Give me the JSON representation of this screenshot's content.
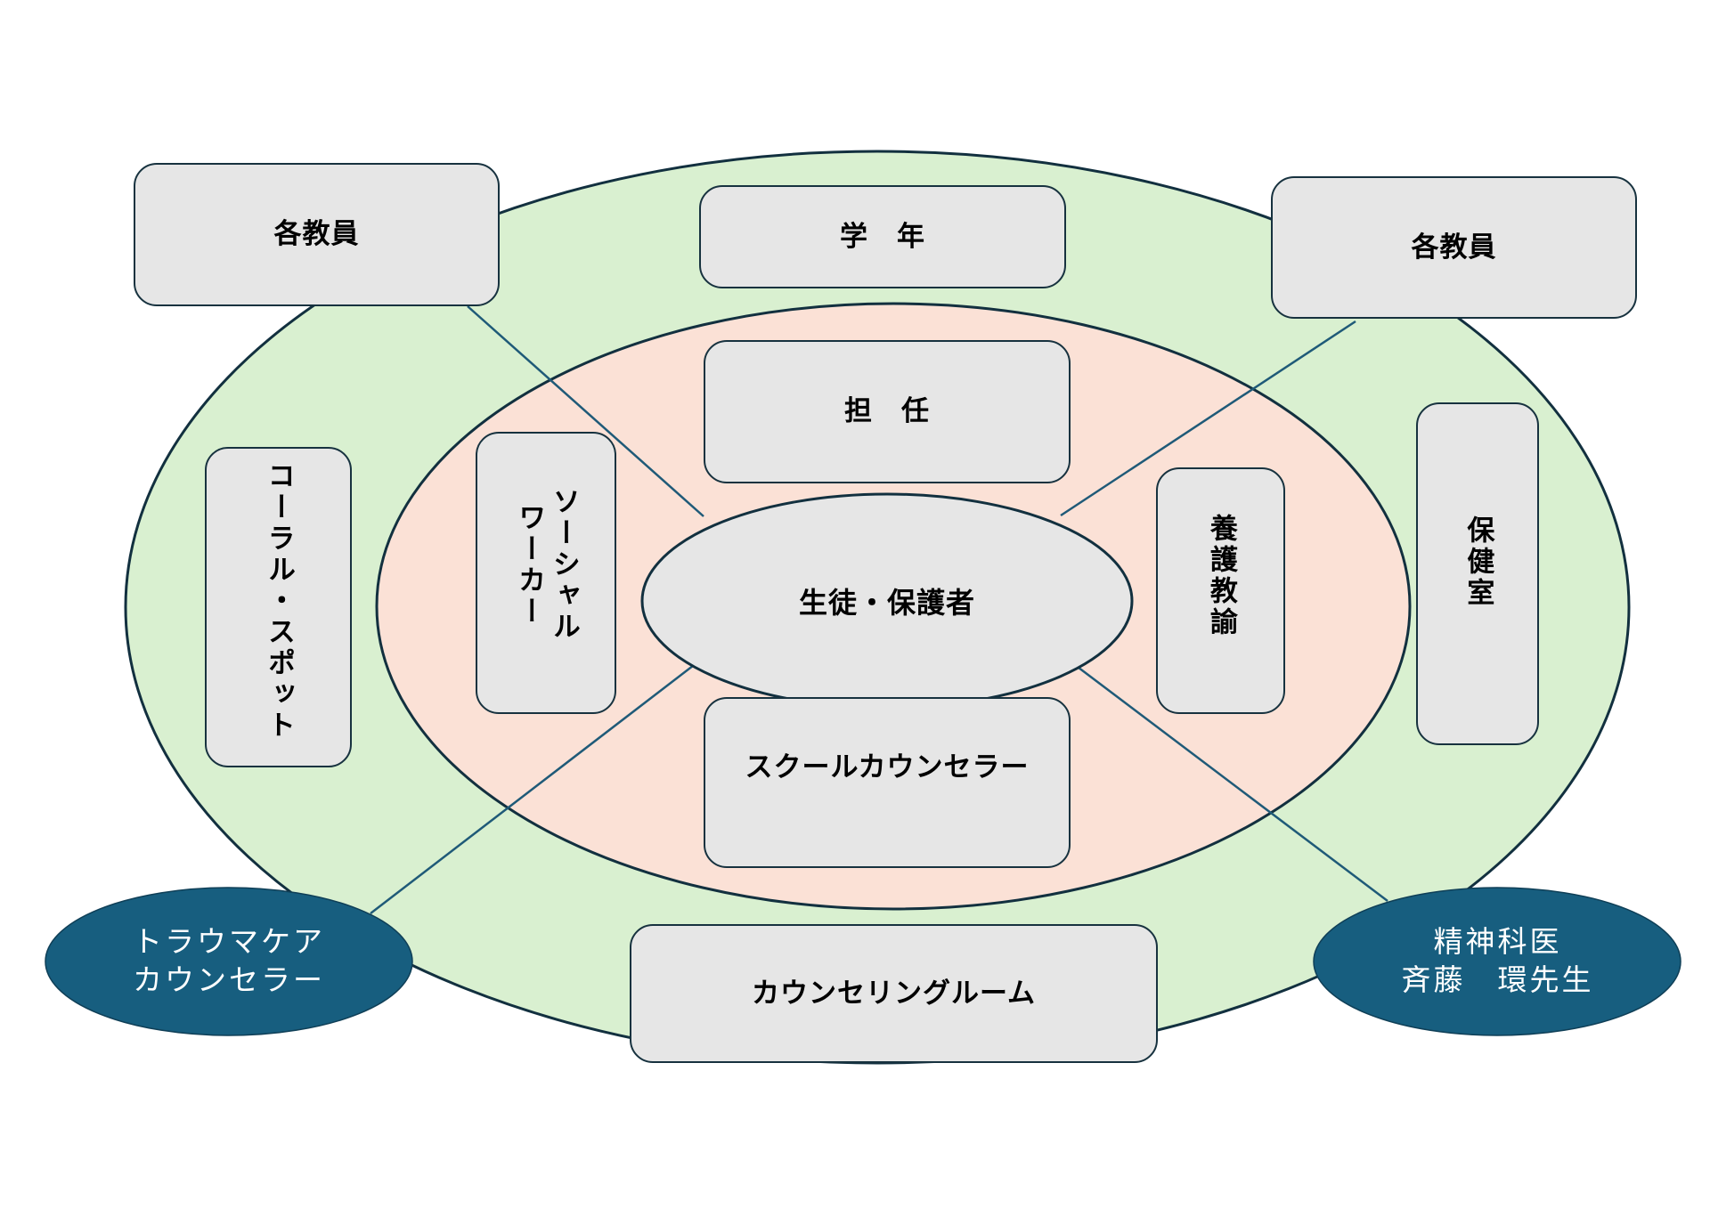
{
  "colors": {
    "outer_ring": "#d9f0d0",
    "inner_ring": "#fbe1d6",
    "node_fill": "#e6e6e6",
    "node_stroke": "#17323f",
    "connector": "#1f5a78",
    "external_node": "#175e7f"
  },
  "center": {
    "label": "生徒・保護者"
  },
  "inner_ring": {
    "homeroom_teacher": "担　任",
    "social_worker": "ソーシャル\nワーカー",
    "school_nurse_teacher": "養護教諭",
    "school_counselor": "スクールカウンセラー"
  },
  "outer_ring": {
    "grade": "学　年",
    "teachers_left": "各教員",
    "teachers_right": "各教員",
    "coral_spot": "コーラル・スポット",
    "health_room": "保健室",
    "counseling_room": "カウンセリングルーム"
  },
  "external": {
    "trauma_counselor": "トラウマケア\nカウンセラー",
    "psychiatrist": "精神科医\n斉藤　環先生"
  }
}
